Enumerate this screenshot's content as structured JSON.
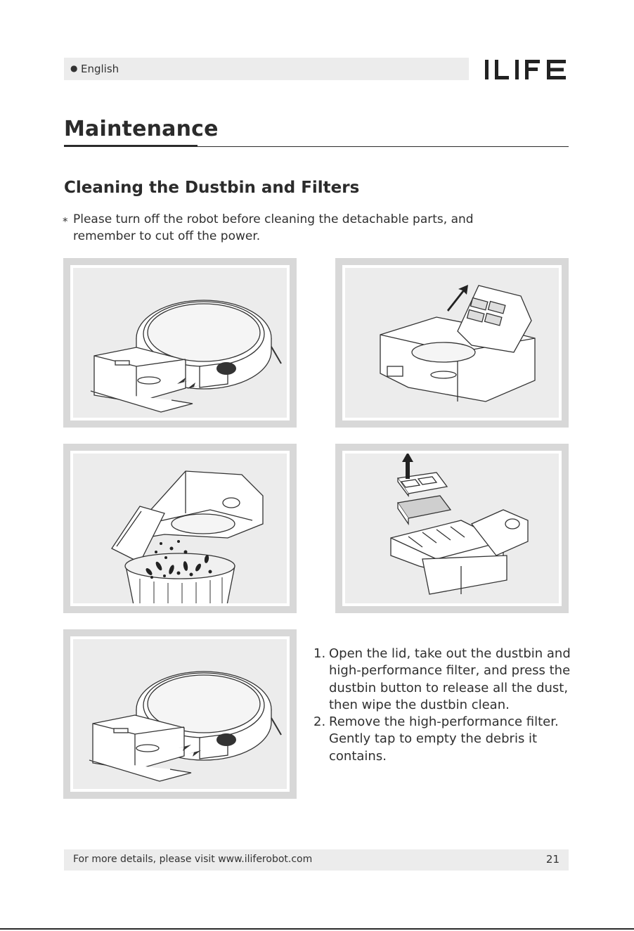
{
  "header": {
    "language": "English",
    "brand": "ILIFE"
  },
  "section_title": "Maintenance",
  "subsection_title": "Cleaning the Dustbin and Filters",
  "note": {
    "marker": "*",
    "text": "Please turn off the robot before cleaning the detachable parts, and remember to cut off the power."
  },
  "figures": [
    {
      "icon": "robot-dustbin-removal-illustration"
    },
    {
      "icon": "dustbin-lid-open-illustration"
    },
    {
      "icon": "empty-dust-into-bin-illustration"
    },
    {
      "icon": "filter-removal-illustration"
    },
    {
      "icon": "dustbin-reinsert-illustration"
    }
  ],
  "steps": [
    {
      "num": "1.",
      "text": "Open the lid, take out the dustbin and high-performance filter, and press the dustbin button to release all the dust, then wipe the dustbin clean."
    },
    {
      "num": "2.",
      "text": "Remove the high-performance filter. Gently tap to empty the debris it contains."
    }
  ],
  "footer": {
    "text": "For more details, please visit www.iliferobot.com",
    "page": "21"
  },
  "colors": {
    "panel_frame": "#d8d8d8",
    "panel_bg": "#ececec",
    "bar_bg": "#ececec",
    "text": "#2b2b2b"
  }
}
